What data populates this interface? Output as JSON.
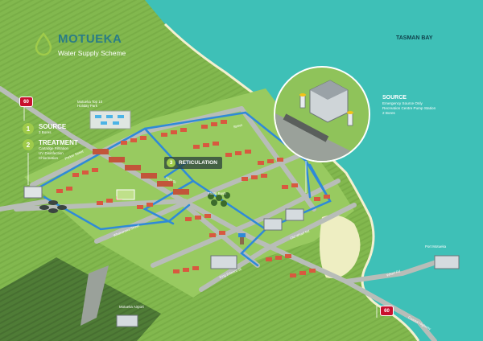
{
  "header": {
    "title": "MOTUEKA",
    "subtitle": "Water Supply Scheme"
  },
  "sea_label": "TASMAN BAY",
  "steps": [
    {
      "number": "1",
      "title": "SOURCE",
      "details": [
        "3 Bores"
      ]
    },
    {
      "number": "2",
      "title": "TREATMENT",
      "details": [
        "Cartridge Filtration",
        "UV Disinfection",
        "Chlorination"
      ]
    },
    {
      "number": "3",
      "title": "RETICULATION",
      "details": []
    }
  ],
  "source_detail": {
    "title": "SOURCE",
    "lines": [
      "Emergency Source Only",
      "Recreation Centre Pump Station",
      "2 Bores"
    ]
  },
  "highway_shields": [
    "60",
    "60"
  ],
  "places": {
    "holiday_park": [
      "Motueka Top 10",
      "Holiday Park"
    ],
    "thorp_bush": "Thorp Bush",
    "port": "Port Motueka",
    "airport": "Motueka Airport"
  },
  "streets": {
    "parker": "Parker Street",
    "high": "High St",
    "whakarewa": "Whakarewa Street",
    "king_edward": "King Edward St",
    "old_wharf": "Old Wharf Rd",
    "wharf": "Wharf Rd",
    "coastal": "Coastal Highway",
    "street_a": "Street"
  },
  "colors": {
    "land": "#8fc35a",
    "field_dark": "#5a8a3d",
    "sea": "#3ec0b7",
    "coast": "#f4f0d0",
    "road": "#b8bdb8",
    "pipe": "#2f8ad8",
    "accent": "#9fcb4a",
    "title": "#2a7c86",
    "shield": "#c8102e"
  }
}
